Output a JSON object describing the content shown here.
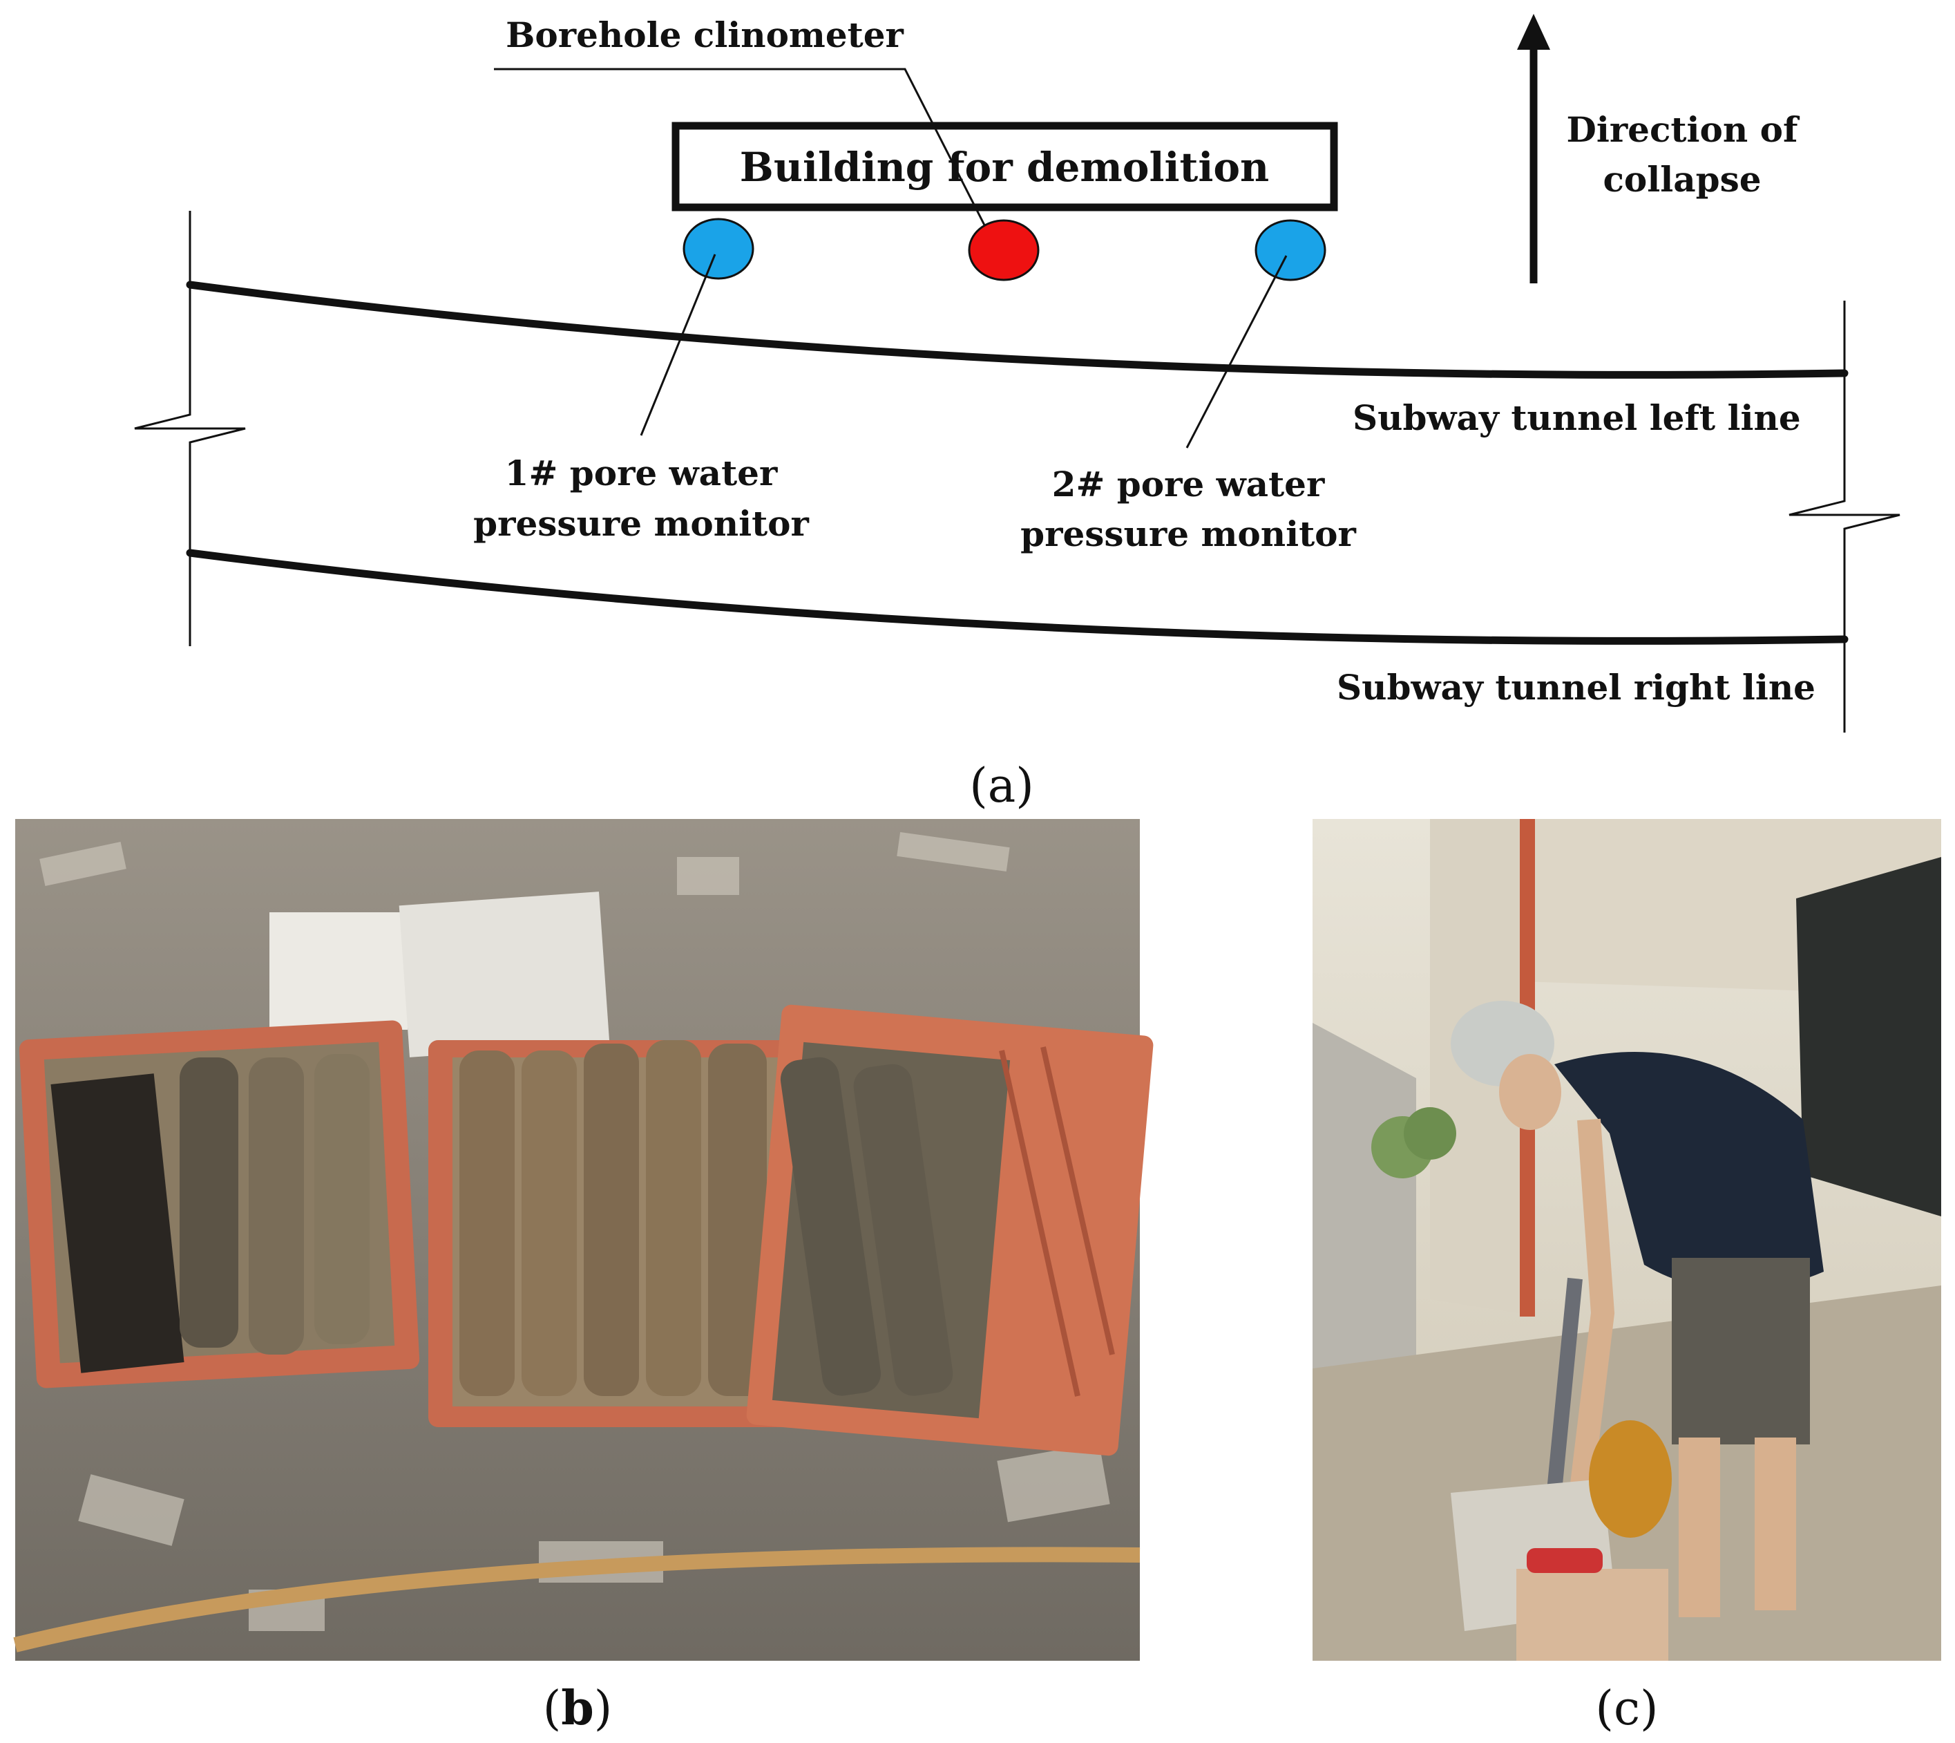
{
  "diagram": {
    "labels": {
      "borehole_clinometer": "Borehole clinometer",
      "building": "Building for demolition",
      "direction_line1": "Direction of",
      "direction_line2": "collapse",
      "left_line": "Subway tunnel left line",
      "right_line": "Subway tunnel right line",
      "monitor1_line1": "1# pore water",
      "monitor1_line2": "pressure monitor",
      "monitor2_line1": "2# pore water",
      "monitor2_line2": "pressure monitor"
    },
    "colors": {
      "pore_water_monitor": "#1aa3e8",
      "clinometer": "#ee1111",
      "ink": "#111111"
    }
  },
  "captions": {
    "a_letter": "a",
    "b_letter": "b",
    "c_letter": "c"
  },
  "photos": {
    "b_icon": "core-sample-trays-photo-icon",
    "c_icon": "worker-with-instrument-photo-icon"
  }
}
